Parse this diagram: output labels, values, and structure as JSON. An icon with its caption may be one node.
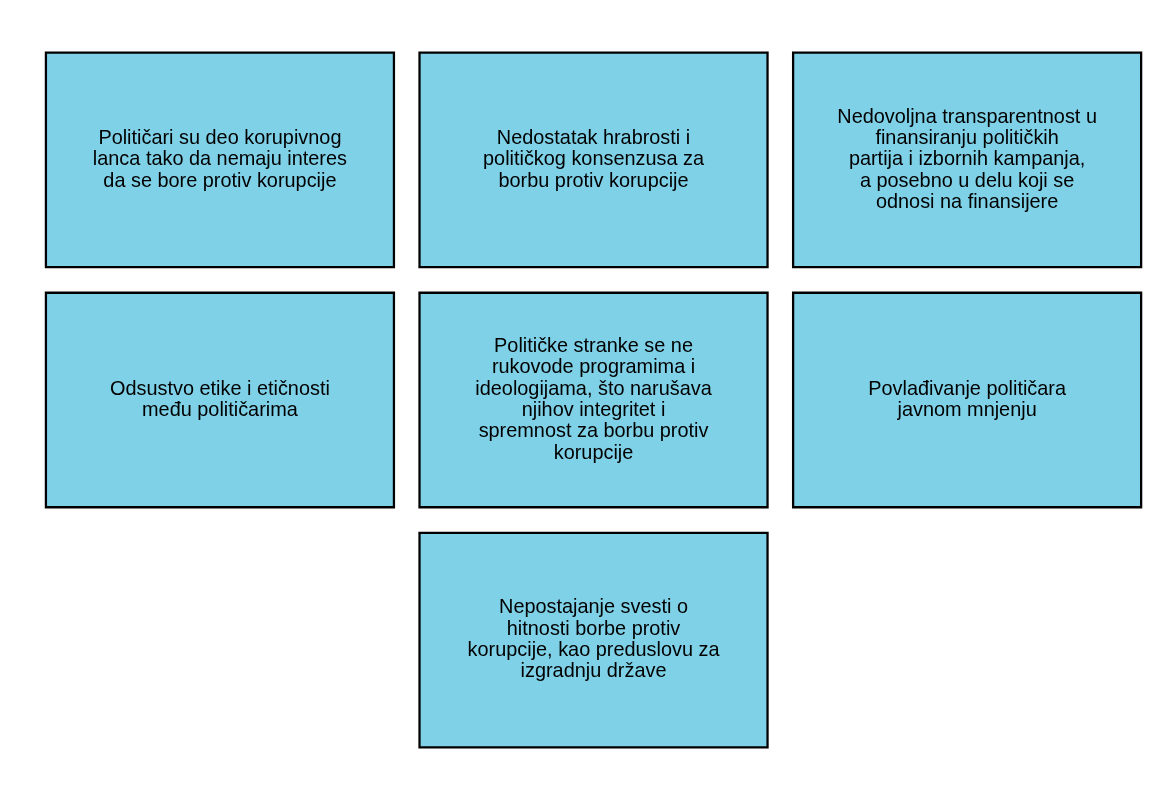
{
  "diagram": {
    "nodes": [
      {
        "text": [
          "Političari su deo korupivnog lanca tako da nemaju interes da se bore protiv korupcije"
        ]
      },
      {
        "text": [
          "Nedostatak hrabrosti i političkog konsenzusa za borbu protiv korupcije"
        ]
      },
      {
        "text": [
          "Nedovoljna transparentnost u finansiranju političkih partija i izbornih kampanja, a posebno u delu koji se odnosi na finansijere"
        ]
      },
      {
        "text": [
          "Odsustvo etike i etičnosti među političarima"
        ]
      },
      {
        "text": [
          "Političke stranke se ne rukovode programima i ideologijama, što narušava njihov integritet i spremnost za borbu protiv korupcije"
        ]
      },
      {
        "text": [
          "Povlađivanje političara javnom mnjenju"
        ]
      },
      {
        "text": [
          "Nepostajanje svesti o hitnosti borbe protiv korupcije, kao preduslovu za izgradnju države"
        ]
      }
    ]
  }
}
